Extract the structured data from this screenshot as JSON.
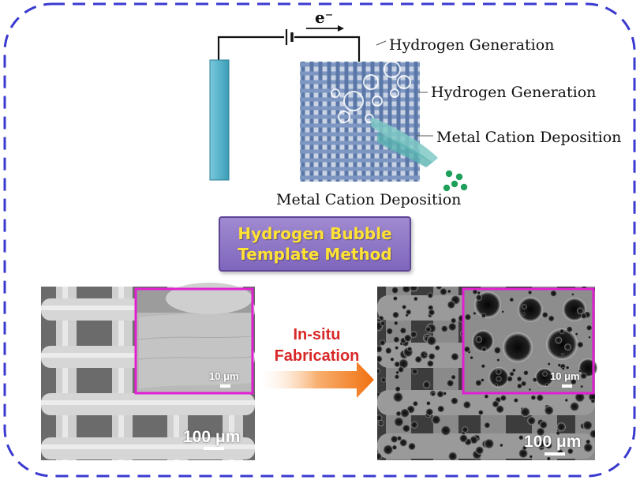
{
  "schematic": {
    "electron_label": "e⁻",
    "callout_top": "Hydrogen Generation",
    "callout_mid": "Hydrogen Generation",
    "callout_right": "Metal Cation Deposition",
    "caption": "Metal Cation Deposition"
  },
  "method": {
    "line1": "Hydrogen Bubble",
    "line2": "Template Method"
  },
  "process": {
    "line1": "In-situ",
    "line2": "Fabrication"
  },
  "sem_left": {
    "inset_scale": "10 μm",
    "main_scale": "100 μm"
  },
  "sem_right": {
    "inset_scale": "10 μm",
    "main_scale": "100 μm"
  },
  "colors": {
    "frame": "#3a3ad0",
    "inset_border": "#e020d0",
    "electrode": "#4fb3cc",
    "mesh": "#5a77a8",
    "arrow": "#f07a1a",
    "droplet": "#1fa05a"
  }
}
